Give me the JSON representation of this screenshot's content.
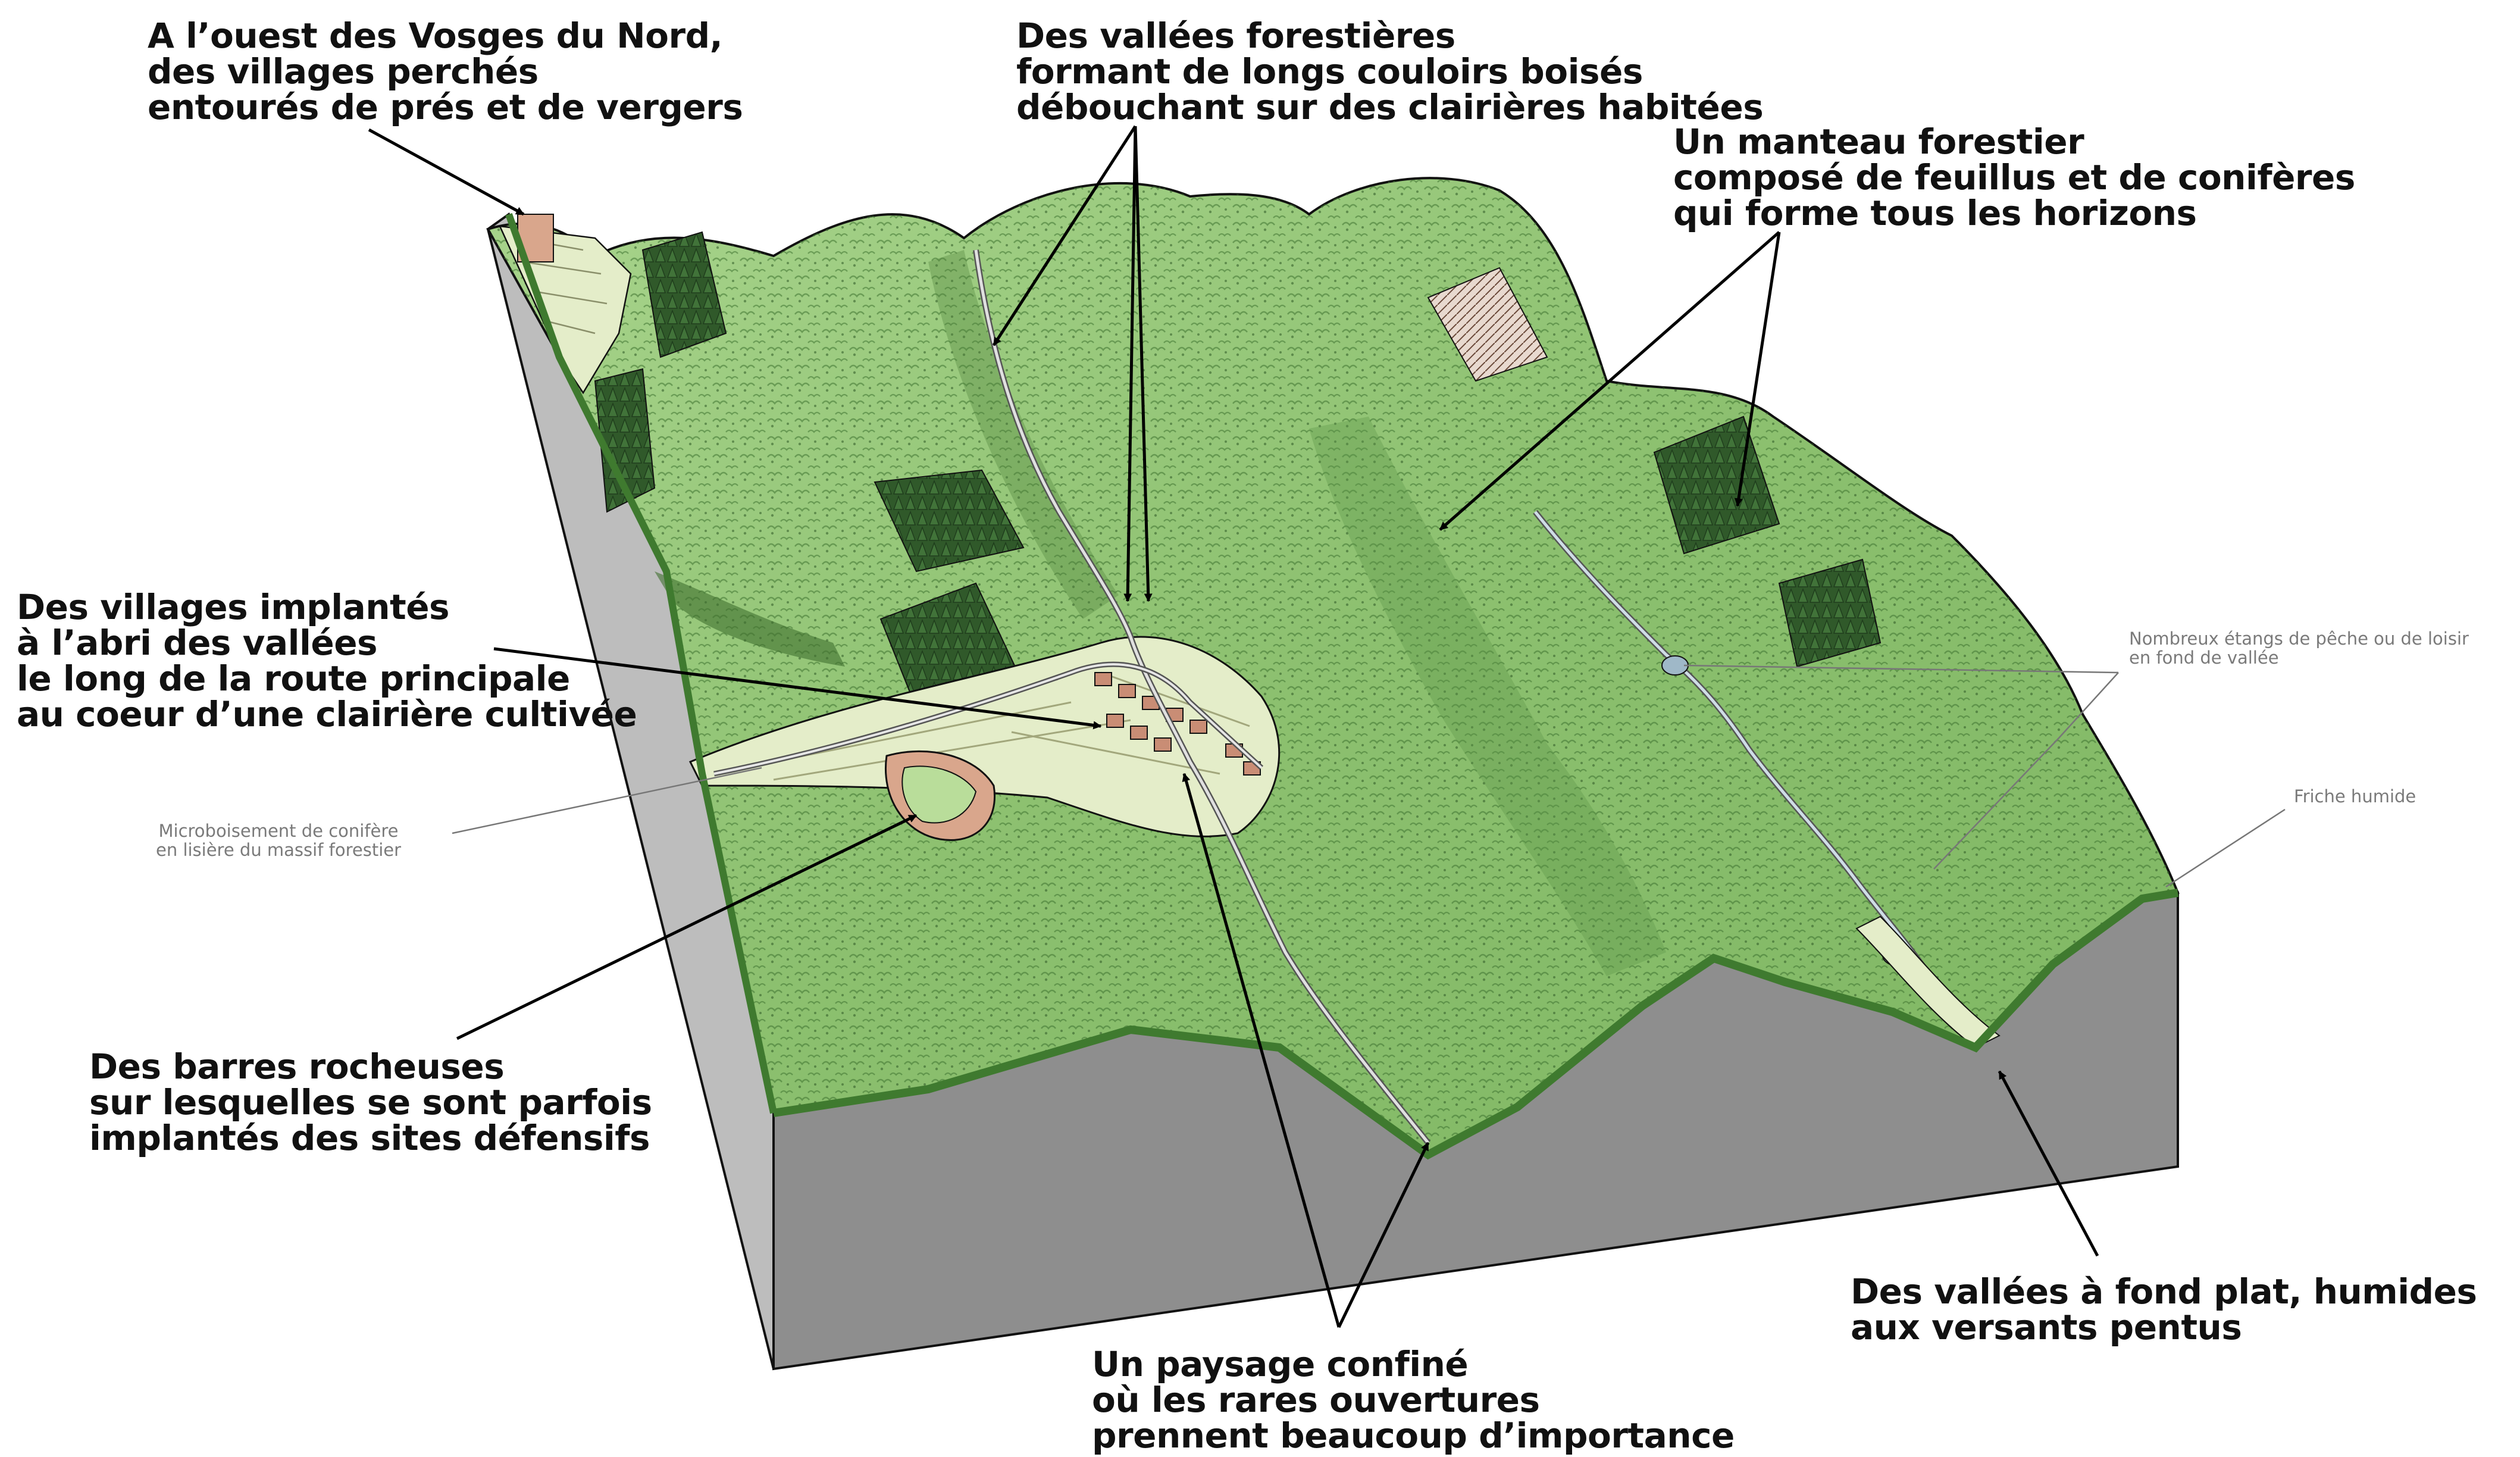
{
  "annotations": {
    "vosges_ouest": "A l’ouest des Vosges du Nord,\ndes villages perchés\nentourés de prés et de vergers",
    "vallees_forestieres": "Des vallées forestières\nformant de longs couloirs boisés\ndébouchant sur des clairières habitées",
    "manteau_forestier": "Un manteau forestier\ncomposé de feuillus et de conifères\nqui forme tous les horizons",
    "villages_implantes": "Des villages implantés\nà l’abri des vallées\nle long de la route principale\nau coeur d’une clairière cultivée",
    "etangs": "Nombreux étangs de pêche ou de loisir\nen fond de vallée",
    "friche": "Friche humide",
    "microboisement": "Microboisement de conifère\nen lisière du massif forestier",
    "barres_rocheuses": "Des barres rocheuses\nsur lesquelles se sont parfois\nimplantés des sites défensifs",
    "vallees_fond_plat": "Des vallées à fond plat, humides\naux versants pentus",
    "paysage_confine": "Un paysage confiné\noù les rares ouvertures\nprennent beaucoup d’importance"
  },
  "colors": {
    "forest_light": "#b9dd9a",
    "forest_mid": "#8fc274",
    "forest_dark": "#4f8a3c",
    "conifer": "#2f5a2a",
    "block_side": "#bdbdbd",
    "block_front": "#8e8e8e",
    "meadow": "#e4edc9",
    "river": "#9fb8c8",
    "rock": "#d9a68c"
  }
}
